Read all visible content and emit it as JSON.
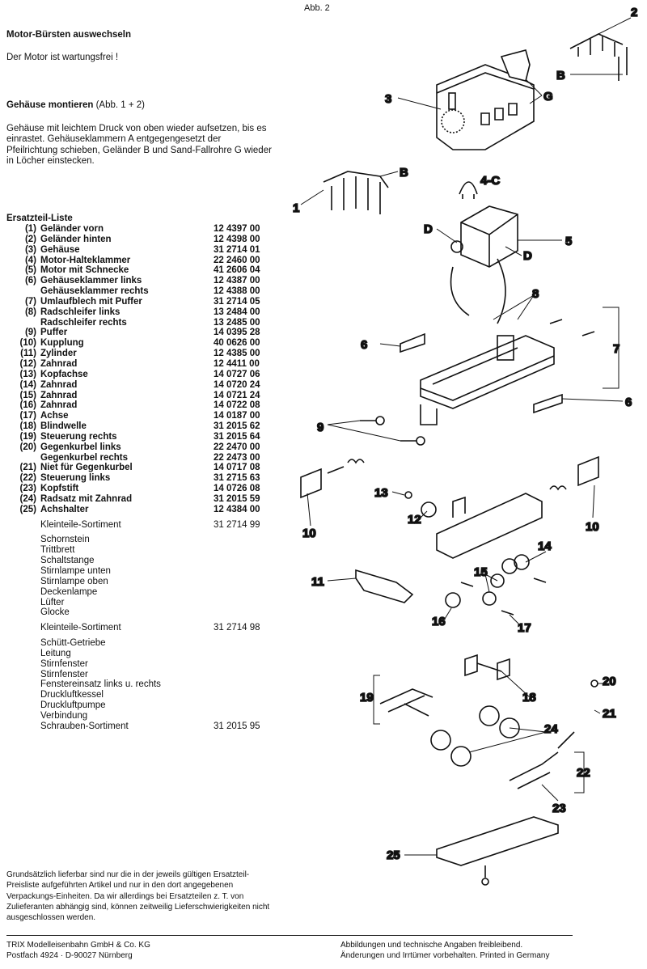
{
  "figure_label": "Abb. 2",
  "section1": {
    "heading": "Motor-Bürsten auswechseln",
    "text": "Der Motor ist wartungsfrei !"
  },
  "section2": {
    "heading": "Gehäuse montieren",
    "heading_ref": "(Abb. 1 + 2)",
    "text": "Gehäuse mit leichtem Druck von oben wieder aufsetzen, bis es einrastet. Gehäuseklammern A entgegengesetzt der Pfeilrichtung schieben, Geländer B und Sand-Fallrohre G wieder in Löcher einstecken."
  },
  "parts_list": {
    "heading": "Ersatzteil-Liste",
    "rows": [
      {
        "num": "(1)",
        "name": "Geländer vorn",
        "code": "12 4397 00"
      },
      {
        "num": "(2)",
        "name": "Geländer hinten",
        "code": "12 4398 00"
      },
      {
        "num": "(3)",
        "name": "Gehäuse",
        "code": "31 2714 01"
      },
      {
        "num": "(4)",
        "name": "Motor-Halteklammer",
        "code": "22 2460 00"
      },
      {
        "num": "(5)",
        "name": "Motor mit Schnecke",
        "code": "41 2606 04"
      },
      {
        "num": "(6)",
        "name": "Gehäuseklammer links",
        "code": "12 4387 00"
      },
      {
        "num": "",
        "name": "Gehäuseklammer rechts",
        "code": "12 4388 00"
      },
      {
        "num": "(7)",
        "name": "Umlaufblech mit Puffer",
        "code": "31 2714 05"
      },
      {
        "num": "(8)",
        "name": "Radschleifer links",
        "code": "13 2484 00"
      },
      {
        "num": "",
        "name": "Radschleifer rechts",
        "code": "13 2485 00"
      },
      {
        "num": "(9)",
        "name": "Puffer",
        "code": "14 0395 28"
      },
      {
        "num": "(10)",
        "name": "Kupplung",
        "code": "40 0626 00"
      },
      {
        "num": "(11)",
        "name": "Zylinder",
        "code": "12 4385 00"
      },
      {
        "num": "(12)",
        "name": "Zahnrad",
        "code": "12 4411 00"
      },
      {
        "num": "(13)",
        "name": "Kopfachse",
        "code": "14 0727 06"
      },
      {
        "num": "(14)",
        "name": "Zahnrad",
        "code": "14 0720 24"
      },
      {
        "num": "(15)",
        "name": "Zahnrad",
        "code": "14 0721 24"
      },
      {
        "num": "(16)",
        "name": "Zahnrad",
        "code": "14 0722 08"
      },
      {
        "num": "(17)",
        "name": "Achse",
        "code": "14 0187 00"
      },
      {
        "num": "(18)",
        "name": "Blindwelle",
        "code": "31 2015 62"
      },
      {
        "num": "(19)",
        "name": "Steuerung rechts",
        "code": "31 2015 64"
      },
      {
        "num": "(20)",
        "name": "Gegenkurbel links",
        "code": "22 2470 00"
      },
      {
        "num": "",
        "name": "Gegenkurbel rechts",
        "code": "22 2473 00"
      },
      {
        "num": "(21)",
        "name": "Niet für Gegenkurbel",
        "code": "14 0717 08"
      },
      {
        "num": "(22)",
        "name": "Steuerung links",
        "code": "31 2715 63"
      },
      {
        "num": "(23)",
        "name": "Kopfstift",
        "code": "14 0726 08"
      },
      {
        "num": "(24)",
        "name": "Radsatz mit Zahnrad",
        "code": "31 2015 59"
      },
      {
        "num": "(25)",
        "name": "Achshalter",
        "code": "12 4384 00"
      }
    ],
    "kit1": {
      "name": "Kleinteile-Sortiment",
      "code": "31 2714 99",
      "items": [
        "Schornstein",
        "Trittbrett",
        "Schaltstange",
        "Stirnlampe unten",
        "Stirnlampe oben",
        "Deckenlampe",
        "Lüfter",
        "Glocke"
      ]
    },
    "kit2": {
      "name": "Kleinteile-Sortiment",
      "code": "31 2714 98",
      "items": [
        "Schütt-Getriebe",
        "Leitung",
        "Stirnfenster",
        "Stirnfenster",
        "Fenstereinsatz links u. rechts",
        "Druckluftkessel",
        "Druckluftpumpe",
        "Verbindung"
      ]
    },
    "screws": {
      "name": "Schrauben-Sortiment",
      "code": "31 2015 95"
    }
  },
  "notice": "Grundsätzlich lieferbar sind nur die in der jeweils gültigen Ersatzteil-Preisliste aufgeführten Artikel und nur in den dort angegebenen Verpackungs-Einheiten. Da wir allerdings bei Ersatzteilen z. T. von Zulieferanten abhängig sind, können zeitweilig Lieferschwierigkeiten nicht ausgeschlossen werden.",
  "footer": {
    "company": "TRIX Modelleisenbahn GmbH & Co. KG",
    "address": "Postfach 4924 · D-90027 Nürnberg",
    "disclaimer1": "Abbildungen und technische Angaben freibleibend.",
    "disclaimer2": "Änderungen und Irrtümer vorbehalten. Printed in Germany"
  },
  "diagram_labels": {
    "l1": "1",
    "l2": "2",
    "l3": "3",
    "l4c": "4-C",
    "l5": "5",
    "l6a": "6",
    "l6b": "6",
    "l7": "7",
    "l8": "8",
    "l9": "9",
    "l10a": "10",
    "l10b": "10",
    "l11": "11",
    "l12": "12",
    "l13": "13",
    "l14": "14",
    "l15": "15",
    "l16": "16",
    "l17": "17",
    "l18": "18",
    "l19": "19",
    "l20": "20",
    "l21": "21",
    "l22": "22",
    "l23": "23",
    "l24": "24",
    "l25": "25",
    "b1": "B",
    "b2": "B",
    "g": "G",
    "d1": "D",
    "d2": "D"
  }
}
